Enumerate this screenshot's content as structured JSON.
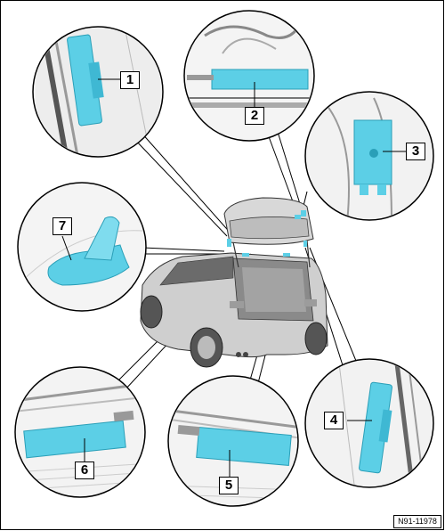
{
  "callouts": [
    "1",
    "2",
    "3",
    "4",
    "5",
    "6",
    "7"
  ],
  "reference_code": "N91-11978",
  "colors": {
    "component": "#5ccfe6",
    "component_dark": "#2a9fb8",
    "line": "#000000",
    "body_grey": "#d9d9d9"
  }
}
